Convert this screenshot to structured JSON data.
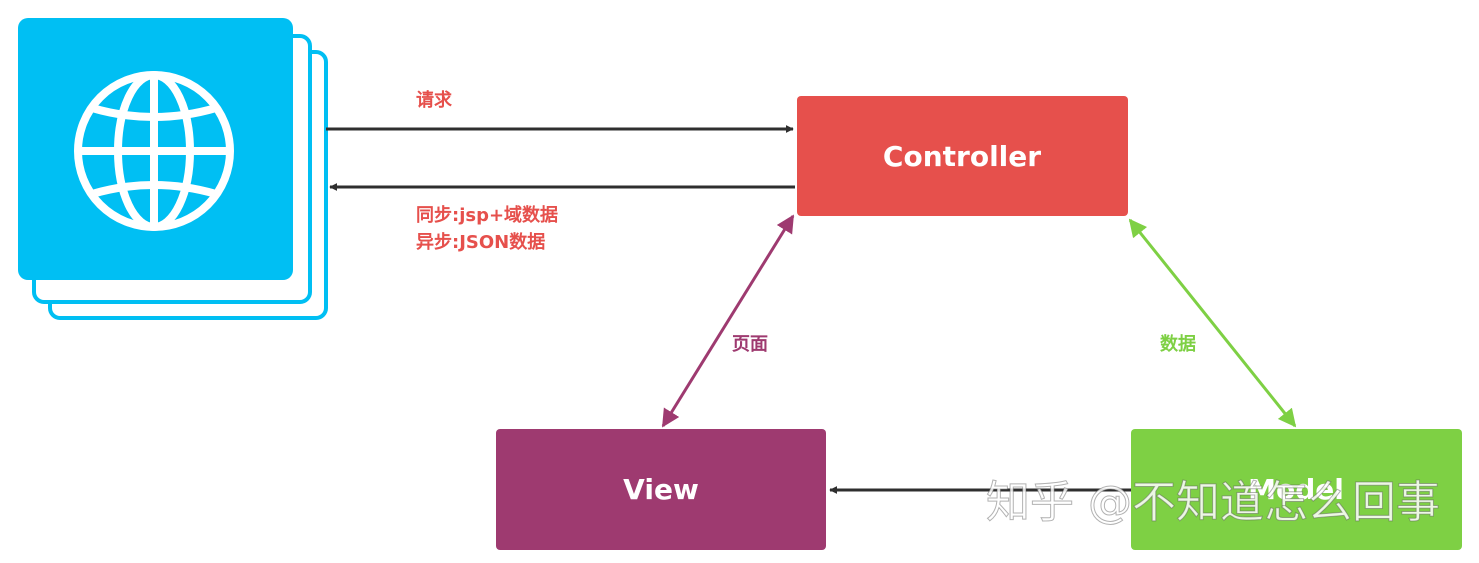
{
  "nodes": {
    "browser": {
      "icon": "globe-icon",
      "color": "#00BFF3"
    },
    "controller": {
      "label": "Controller",
      "color": "#E6504C"
    },
    "view": {
      "label": "View",
      "color": "#9E3A70"
    },
    "model": {
      "label": "Model",
      "color": "#7ED044"
    }
  },
  "edges": {
    "request": {
      "label": "请求",
      "color": "#E6504C"
    },
    "response": {
      "lines": [
        "同步:jsp+域数据",
        "异步:JSON数据"
      ],
      "color": "#E6504C"
    },
    "page": {
      "label": "页面",
      "color": "#9E3A70"
    },
    "data": {
      "label": "数据",
      "color": "#7ED044"
    }
  },
  "arrow_color": "#2F2F2F",
  "watermark": {
    "text": "知乎 @不知道怎么回事"
  }
}
